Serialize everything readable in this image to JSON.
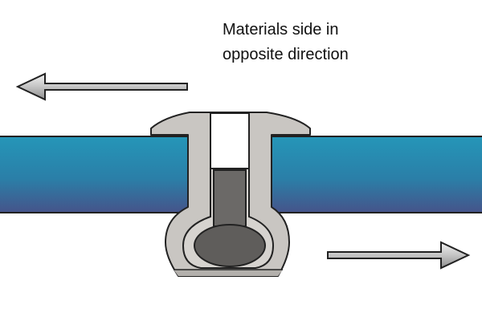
{
  "caption": {
    "line1": "Materials side in",
    "line2": "opposite direction"
  },
  "colors": {
    "plate_top": "#2596b8",
    "plate_bottom": "#46548a",
    "rivet_body": "#c9c6c2",
    "rivet_body_dark": "#a8a5a1",
    "mandrel": "#6b6967",
    "mandrel_head": "#5f5d5b",
    "arrow_fill": "#cfcfcf",
    "outline": "#222222"
  },
  "arrows": {
    "left_arrow": "arrow-pointing-left",
    "right_arrow": "arrow-pointing-right"
  }
}
